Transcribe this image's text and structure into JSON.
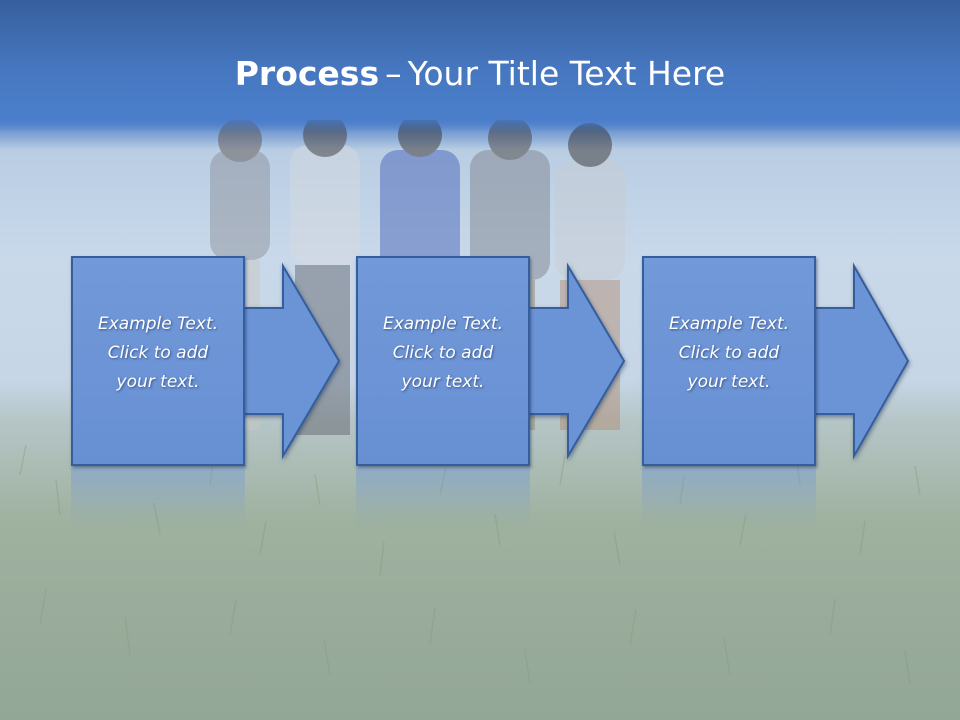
{
  "slide": {
    "title_bold": "Process",
    "title_dash": "–",
    "title_rest": "Your Title Text Here"
  },
  "steps": [
    {
      "line1": "Example Text.",
      "line2": "Click  to add",
      "line3": "your text."
    },
    {
      "line1": "Example Text.",
      "line2": "Click  to add",
      "line3": "your text."
    },
    {
      "line1": "Example Text.",
      "line2": "Click  to add",
      "line3": "your text."
    }
  ],
  "colors": {
    "title_band": "#4a7cc7",
    "box_fill": "#6b94d6",
    "box_border": "#355e9c",
    "text": "#ffffff"
  }
}
